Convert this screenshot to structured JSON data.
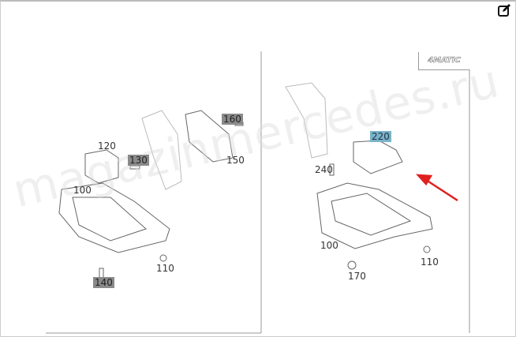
{
  "logo_text": "4MATIC",
  "watermark": "magazinmercedes.ru",
  "left_panel": {
    "labels": [
      "120",
      "130",
      "160",
      "150",
      "100",
      "140",
      "110"
    ]
  },
  "right_panel": {
    "labels": [
      "220",
      "240",
      "100",
      "110",
      "170"
    ]
  },
  "colors": {
    "highlight_gray": "#8a8a8a",
    "highlight_blue": "#7ab3c9",
    "arrow": "#e02020"
  }
}
